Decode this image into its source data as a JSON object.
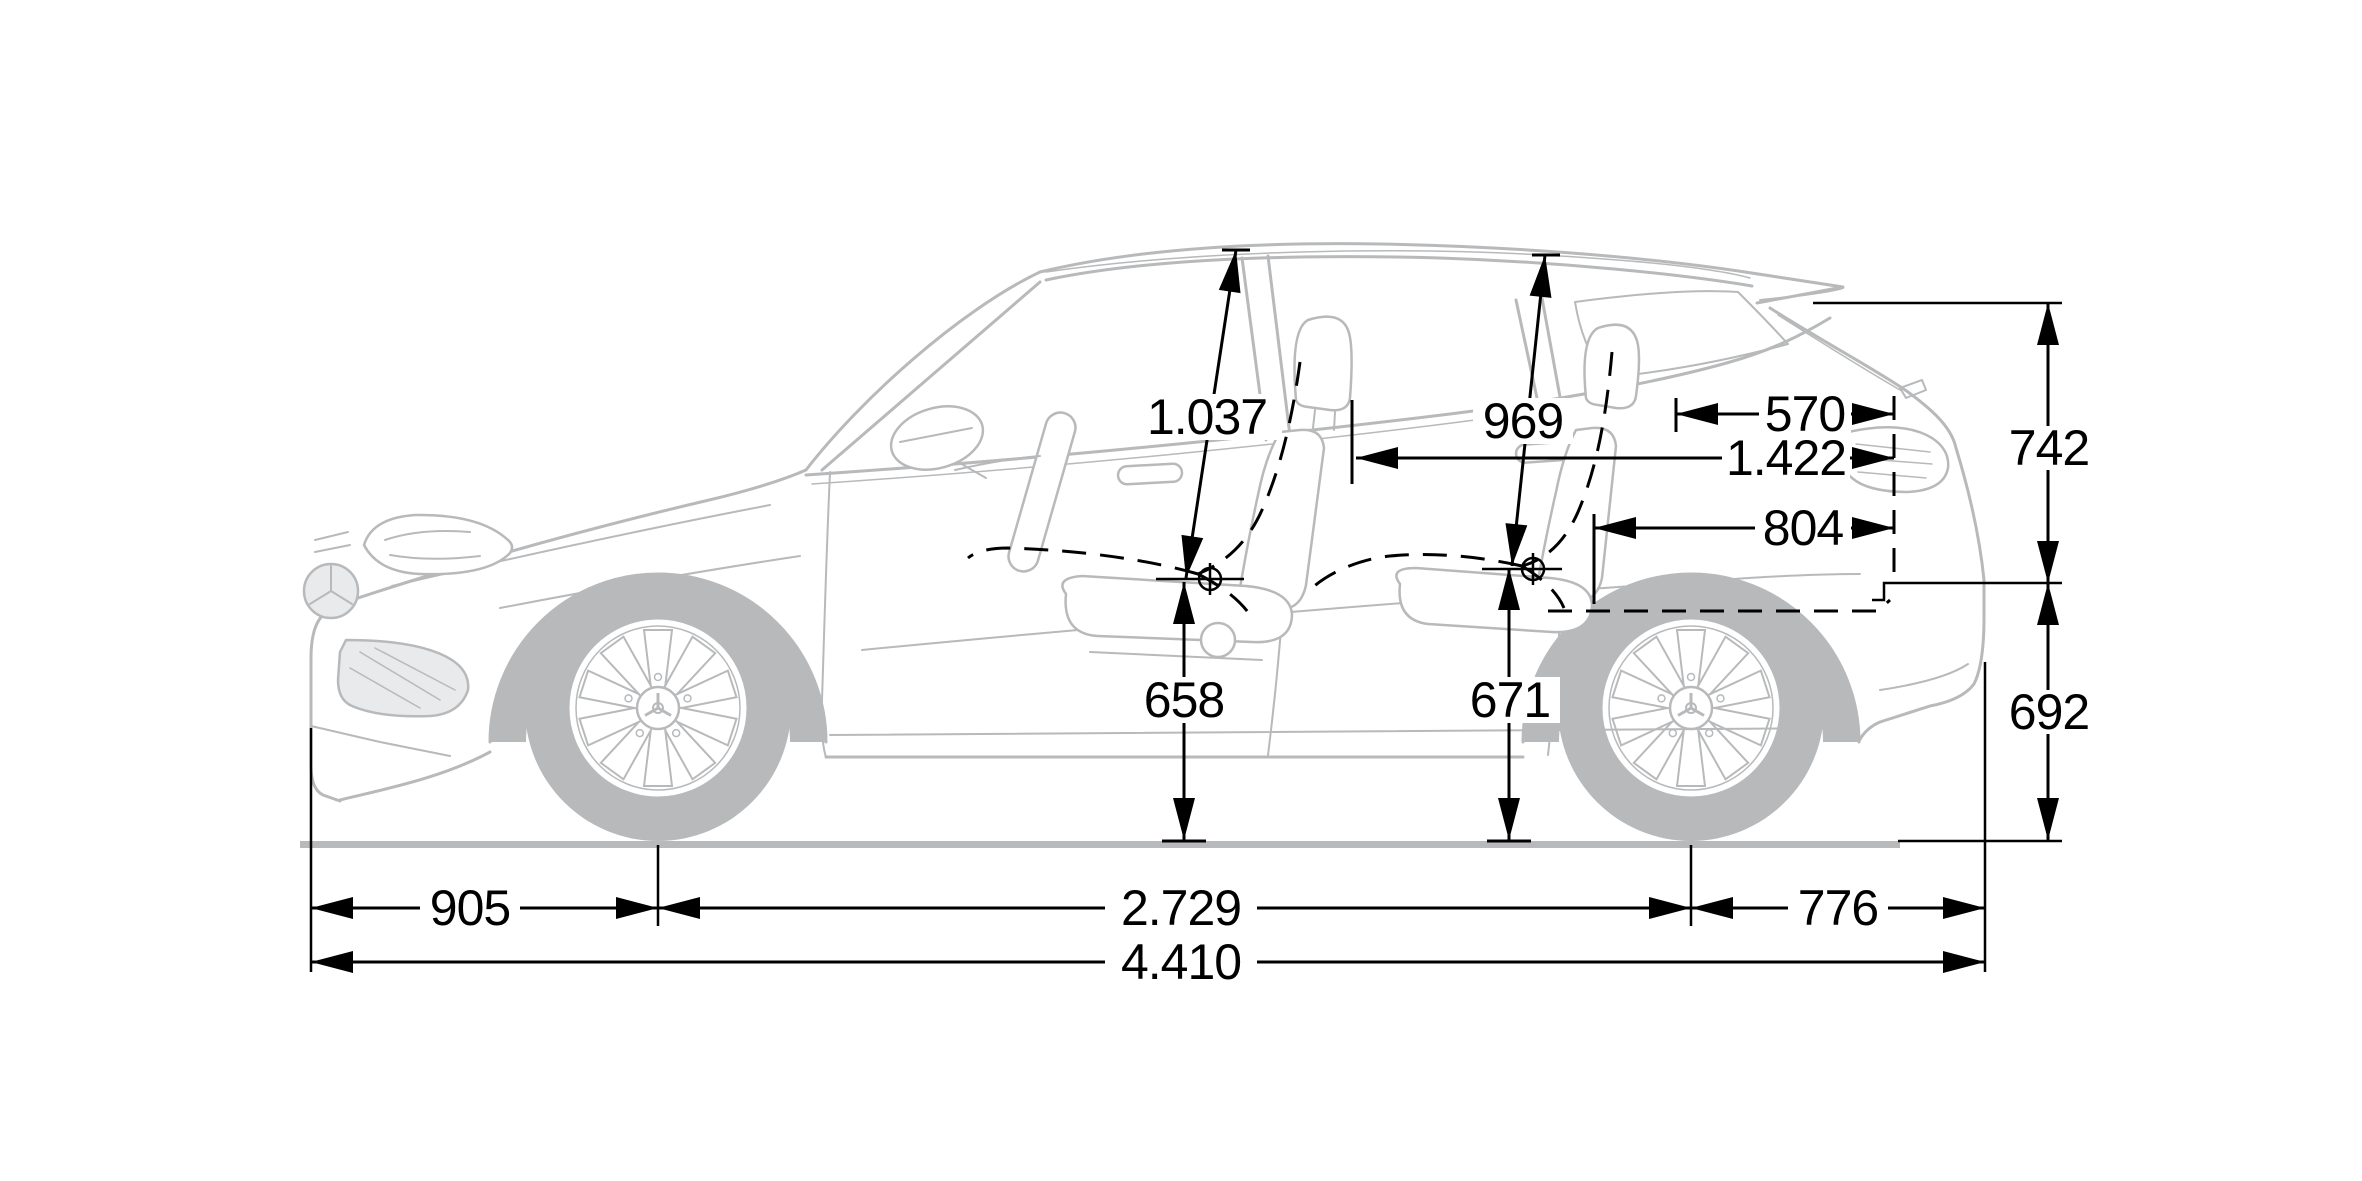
{
  "diagram": {
    "kind": "vehicle side-view dimension drawing",
    "units": "mm"
  },
  "colors": {
    "dimension_ink": "#000000",
    "car_line": "#b7b9bb",
    "car_fill": "#b7b9bb",
    "detail_fill": "#e9eaeb",
    "background": "#ffffff"
  },
  "dimensions": {
    "front_overhang": "905",
    "wheelbase": "2.729",
    "rear_overhang": "776",
    "overall_length": "4.410",
    "front_interior_height": "1.037",
    "rear_interior_height": "969",
    "front_seat_height": "658",
    "rear_seat_height": "671",
    "load_width_upper": "570",
    "load_length_max": "1.422",
    "load_length_floor": "804",
    "rear_opening_height": "742",
    "load_sill_height": "692"
  }
}
